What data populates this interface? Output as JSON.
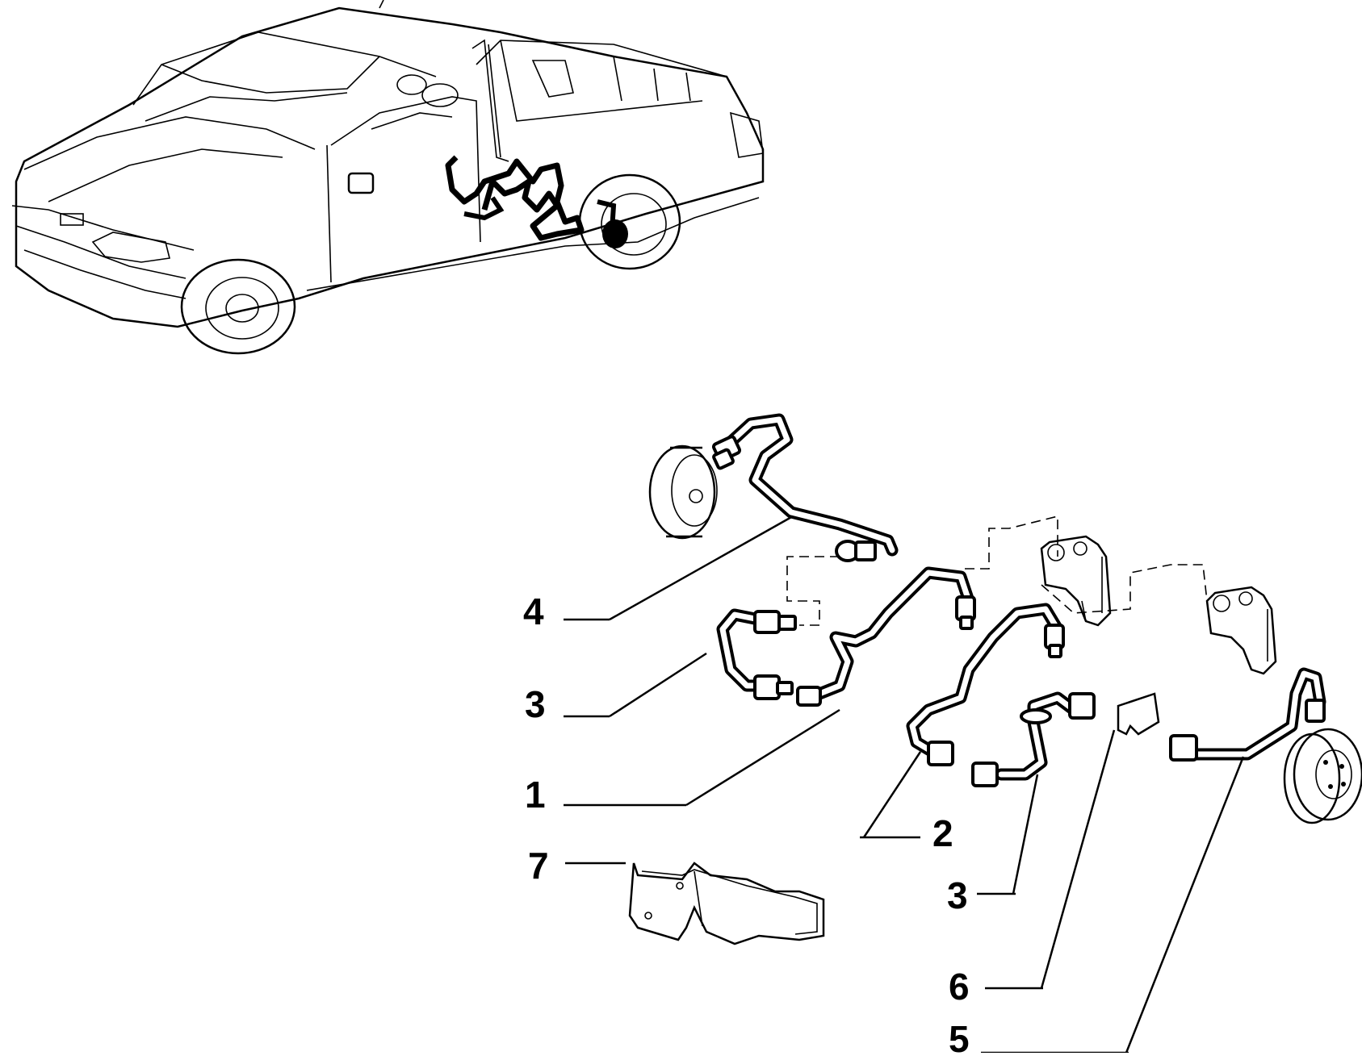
{
  "callouts": [
    {
      "id": "4",
      "label": "4"
    },
    {
      "id": "3a",
      "label": "3"
    },
    {
      "id": "1",
      "label": "1"
    },
    {
      "id": "2",
      "label": "2"
    },
    {
      "id": "3b",
      "label": "3"
    },
    {
      "id": "7",
      "label": "7"
    },
    {
      "id": "6",
      "label": "6"
    },
    {
      "id": "5",
      "label": "5"
    }
  ]
}
